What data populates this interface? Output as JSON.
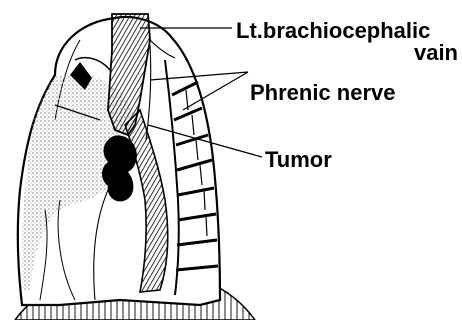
{
  "figure": {
    "labels": {
      "vein_line1": "Lt.brachiocephalic",
      "vein_line2": "vain",
      "phrenic": "Phrenic nerve",
      "tumor": "Tumor"
    },
    "colors": {
      "ink": "#000000",
      "paper": "#ffffff",
      "stipple": "#9a9a9a"
    }
  }
}
